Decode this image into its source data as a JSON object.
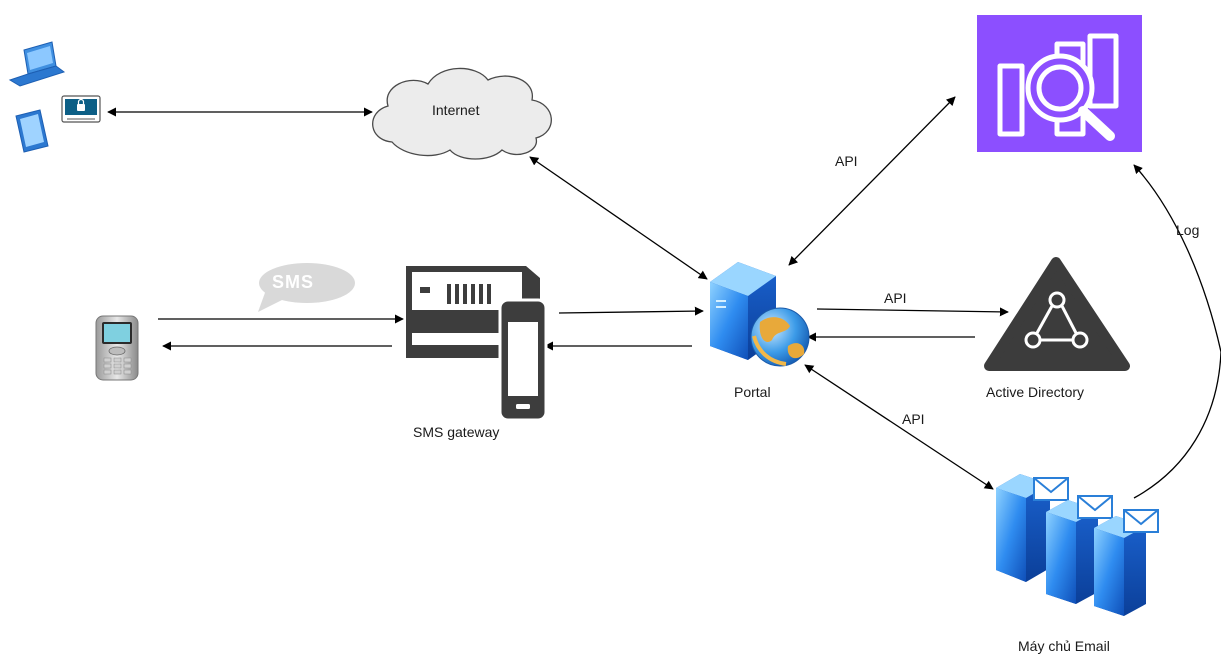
{
  "nodes": {
    "internet": {
      "label": "Internet",
      "icon": "cloud-icon"
    },
    "sms_gateway": {
      "label": "SMS gateway",
      "icon": "sms-gateway-icon",
      "badge": "SMS"
    },
    "portal": {
      "label": "Portal",
      "icon": "web-server-icon"
    },
    "active_directory": {
      "label": "Active Directory",
      "icon": "active-directory-icon"
    },
    "mail_servers": {
      "label": "Máy chủ Email",
      "icon": "mail-server-icon"
    },
    "log_analytics": {
      "label": "",
      "icon": "log-analytics-icon"
    },
    "mobile_phone": {
      "label": "",
      "icon": "mobile-phone-icon"
    },
    "client_devices": {
      "label": "",
      "icon": "client-devices-icon"
    }
  },
  "edges": {
    "portal_log_api": "API",
    "portal_ad_api": "API",
    "portal_mail_api": "API",
    "mail_log": "Log"
  },
  "colors": {
    "analytics_bg": "#8c4fff",
    "ad_shape": "#3c3c3c",
    "server_blue": "#1e6fd9",
    "cloud_fill": "#ececec",
    "sms_gray": "#d9d9d9",
    "gateway_dark": "#3d3d3d"
  }
}
